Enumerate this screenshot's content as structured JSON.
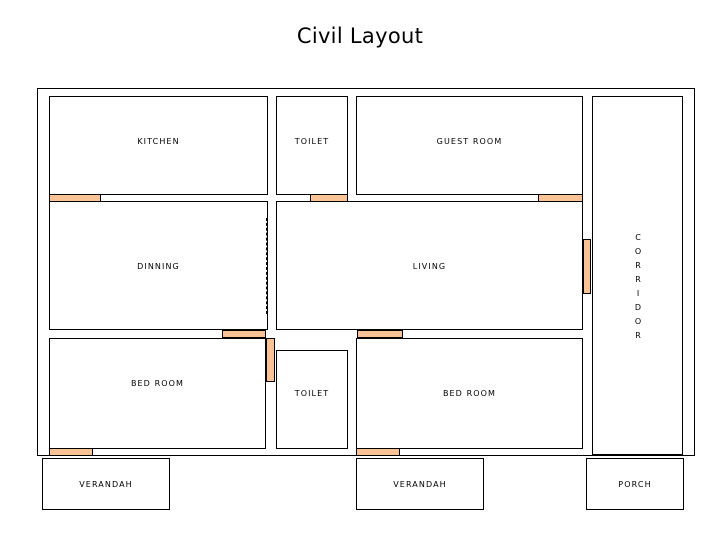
{
  "title": "Civil Layout",
  "colors": {
    "door": "#f9c396",
    "wall": "#000000",
    "background": "#ffffff"
  },
  "rooms": [
    {
      "id": "kitchen",
      "label": "KITCHEN",
      "orientation": "horizontal"
    },
    {
      "id": "toilet-top",
      "label": "TOILET",
      "orientation": "horizontal"
    },
    {
      "id": "guest-room",
      "label": "GUEST ROOM",
      "orientation": "horizontal"
    },
    {
      "id": "corridor",
      "label": "CORRIDOR",
      "orientation": "vertical"
    },
    {
      "id": "dinning",
      "label": "DINNING",
      "orientation": "horizontal"
    },
    {
      "id": "living",
      "label": "LIVING",
      "orientation": "horizontal"
    },
    {
      "id": "bed-room-1",
      "label": "BED ROOM",
      "orientation": "horizontal"
    },
    {
      "id": "toilet-bot",
      "label": "TOILET",
      "orientation": "horizontal"
    },
    {
      "id": "bed-room-2",
      "label": "BED ROOM",
      "orientation": "horizontal"
    },
    {
      "id": "verandah-1",
      "label": "VERANDAH",
      "orientation": "horizontal"
    },
    {
      "id": "verandah-2",
      "label": "VERANDAH",
      "orientation": "horizontal"
    },
    {
      "id": "porch",
      "label": "PORCH",
      "orientation": "horizontal"
    }
  ],
  "labels": {
    "kitchen": "KITCHEN",
    "toilet_top": "TOILET",
    "guest_room": "GUEST ROOM",
    "corridor": "CORRIDOR",
    "dinning": "DINNING",
    "living": "LIVING",
    "bed_room_1": "BED ROOM",
    "toilet_bottom": "TOILET",
    "bed_room_2": "BED ROOM",
    "verandah_left": "VERANDAH",
    "verandah_right": "VERANDAH",
    "porch": "PORCH"
  }
}
